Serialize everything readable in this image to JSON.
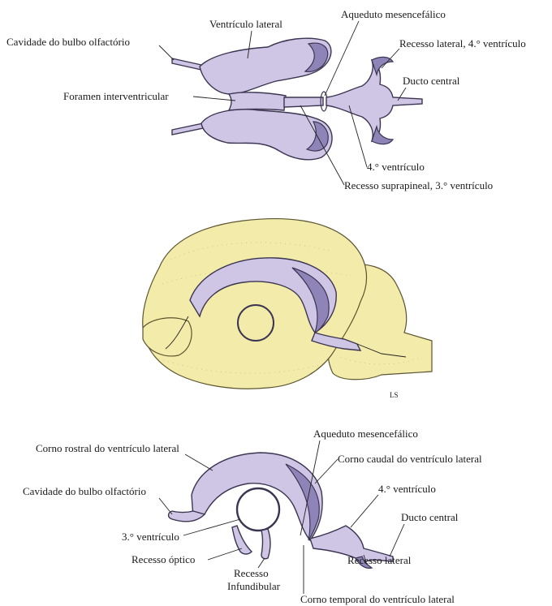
{
  "diagrams": {
    "dorsal": {
      "labels": {
        "ventriculo_lateral": "Ventrículo lateral",
        "aqueduto": "Aqueduto mesencefálico",
        "cavidade_bulbo": "Cavidade do bulbo olfactório",
        "recesso_lateral_4": "Recesso  lateral, 4.° ventrículo",
        "ducto_central": "Ducto central",
        "foramen": "Foramen interventricular",
        "quarto_ventriculo": "4.° ventrículo",
        "recesso_suprapineal": "Recesso  suprapineal, 3.° ventrículo"
      }
    },
    "brain": {
      "signature": "LS"
    },
    "lateral": {
      "labels": {
        "aqueduto": "Aqueduto mesencefálico",
        "corno_rostral": "Corno rostral do ventrículo lateral",
        "corno_caudal": "Corno caudal do ventrículo lateral",
        "quarto_ventriculo": "4.° ventrículo",
        "cavidade_bulbo": "Cavidade do bulbo olfactório",
        "ducto_central": "Ducto central",
        "terceiro_ventriculo": "3.° ventrículo",
        "recesso_optico": "Recesso  óptico",
        "recesso_infundibular_1": "Recesso",
        "recesso_infundibular_2": "Infundibular",
        "recesso_lateral": "Recesso lateral",
        "corno_temporal": "Corno temporal do ventrículo lateral"
      }
    }
  }
}
